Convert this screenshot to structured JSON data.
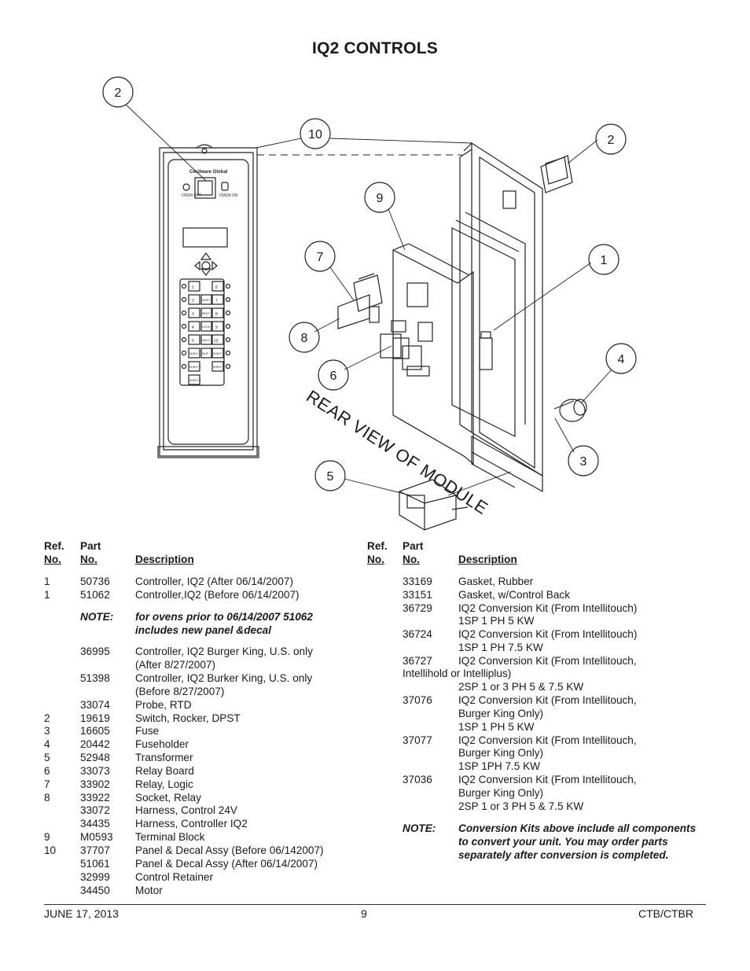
{
  "page": {
    "title": "IQ2 CONTROLS"
  },
  "diagram": {
    "callouts": [
      "2",
      "10",
      "2",
      "9",
      "7",
      "1",
      "8",
      "6",
      "4",
      "3",
      "5"
    ],
    "rear_label": "REAR VIEW OF MODULE",
    "panel": {
      "brand": "Cecilware Global",
      "oven_off": "OVEN OFF",
      "oven_on": "OVEN ON",
      "keys_left": [
        "1",
        "2",
        "3",
        "4",
        "5",
        "SHELF 1",
        "SHELF 2",
        "SHELF 3"
      ],
      "keys_right": [
        "6",
        "7",
        "8",
        "9",
        "10",
        "SHELF 4",
        "SHELF 5"
      ],
      "keys_mid": [
        "SHIFT",
        "RECP",
        "COOK",
        "HOLD",
        "SKIP"
      ]
    }
  },
  "table_left": {
    "headers": {
      "ref_top": "Ref.",
      "ref_bot": "No.",
      "part_top": "Part",
      "part_bot": "No.",
      "desc": "Description"
    },
    "rows": [
      {
        "ref": "1",
        "part": "50736",
        "desc": "Controller, IQ2 (After 06/14/2007)"
      },
      {
        "ref": "1",
        "part": "51062",
        "desc": "Controller,IQ2 (Before 06/14/2007)"
      },
      {
        "ref": "",
        "part": "NOTE:",
        "desc": "for ovens prior to 06/14/2007 51062",
        "note": true
      },
      {
        "ref": "",
        "part": "",
        "desc": "includes new panel &decal",
        "note": true
      },
      {
        "ref": "",
        "part": "36995",
        "desc": "Controller, IQ2 Burger King, U.S. only"
      },
      {
        "ref": "",
        "part": "",
        "desc": "(After 8/27/2007)"
      },
      {
        "ref": "",
        "part": "51398",
        "desc": "Controller, IQ2 Burker King, U.S. only"
      },
      {
        "ref": "",
        "part": "",
        "desc": "(Before 8/27/2007)"
      },
      {
        "ref": "",
        "part": "33074",
        "desc": "Probe, RTD"
      },
      {
        "ref": "2",
        "part": "19619",
        "desc": "Switch, Rocker, DPST"
      },
      {
        "ref": "3",
        "part": "16605",
        "desc": "Fuse"
      },
      {
        "ref": "4",
        "part": "20442",
        "desc": "Fuseholder"
      },
      {
        "ref": "5",
        "part": "52948",
        "desc": "Transformer"
      },
      {
        "ref": "6",
        "part": "33073",
        "desc": "Relay Board"
      },
      {
        "ref": "7",
        "part": "33902",
        "desc": "Relay, Logic"
      },
      {
        "ref": "8",
        "part": "33922",
        "desc": "Socket, Relay"
      },
      {
        "ref": "",
        "part": "33072",
        "desc": "Harness, Control 24V"
      },
      {
        "ref": "",
        "part": "34435",
        "desc": "Harness, Controller IQ2"
      },
      {
        "ref": "9",
        "part": "M0593",
        "desc": "Terminal Block"
      },
      {
        "ref": "10",
        "part": "37707",
        "desc": "Panel & Decal Assy (Before 06/142007)"
      },
      {
        "ref": "",
        "part": "51061",
        "desc": "Panel & Decal Assy (After 06/14/2007)"
      },
      {
        "ref": "",
        "part": "32999",
        "desc": "Control Retainer"
      },
      {
        "ref": "",
        "part": "34450",
        "desc": "Motor"
      }
    ]
  },
  "table_right": {
    "headers": {
      "ref_top": "Ref.",
      "ref_bot": "No.",
      "part_top": "Part",
      "part_bot": "No.",
      "desc": "Description"
    },
    "rows": [
      {
        "part": "33169",
        "desc": "Gasket, Rubber"
      },
      {
        "part": "33151",
        "desc": "Gasket, w/Control Back"
      },
      {
        "part": "36729",
        "desc": "IQ2 Conversion Kit (From Intellitouch)"
      },
      {
        "part": "",
        "desc": "1SP 1 PH 5 KW"
      },
      {
        "part": "36724",
        "desc": "IQ2 Conversion Kit (From Intellitouch)"
      },
      {
        "part": "",
        "desc": "1SP 1 PH 7.5 KW"
      },
      {
        "part": "36727",
        "desc": "IQ2 Conversion Kit (From Intellitouch,"
      },
      {
        "part": "Intellihold or Intelliplus)",
        "desc": "",
        "wide": true
      },
      {
        "part": "",
        "desc": "2SP 1 or 3 PH 5 & 7.5 KW"
      },
      {
        "part": "37076",
        "desc": "IQ2 Conversion Kit (From Intellitouch,"
      },
      {
        "part": "",
        "desc": "Burger King Only)"
      },
      {
        "part": "",
        "desc": "1SP 1 PH 5 KW"
      },
      {
        "part": "37077",
        "desc": "IQ2 Conversion Kit (From Intellitouch,"
      },
      {
        "part": "",
        "desc": "Burger King Only)"
      },
      {
        "part": "",
        "desc": "1SP 1PH 7.5 KW"
      },
      {
        "part": "37036",
        "desc": "IQ2 Conversion Kit (From Intellitouch,"
      },
      {
        "part": "",
        "desc": "Burger King Only)"
      },
      {
        "part": "",
        "desc": "2SP 1 or 3 PH 5 & 7.5 KW"
      }
    ],
    "note_label": "NOTE:",
    "note_lines": [
      "Conversion Kits above include all components",
      "to convert your unit.  You may order parts",
      "separately after conversion is completed."
    ]
  },
  "footer": {
    "date": "JUNE 17, 2013",
    "page": "9",
    "model": "CTB/CTBR"
  }
}
